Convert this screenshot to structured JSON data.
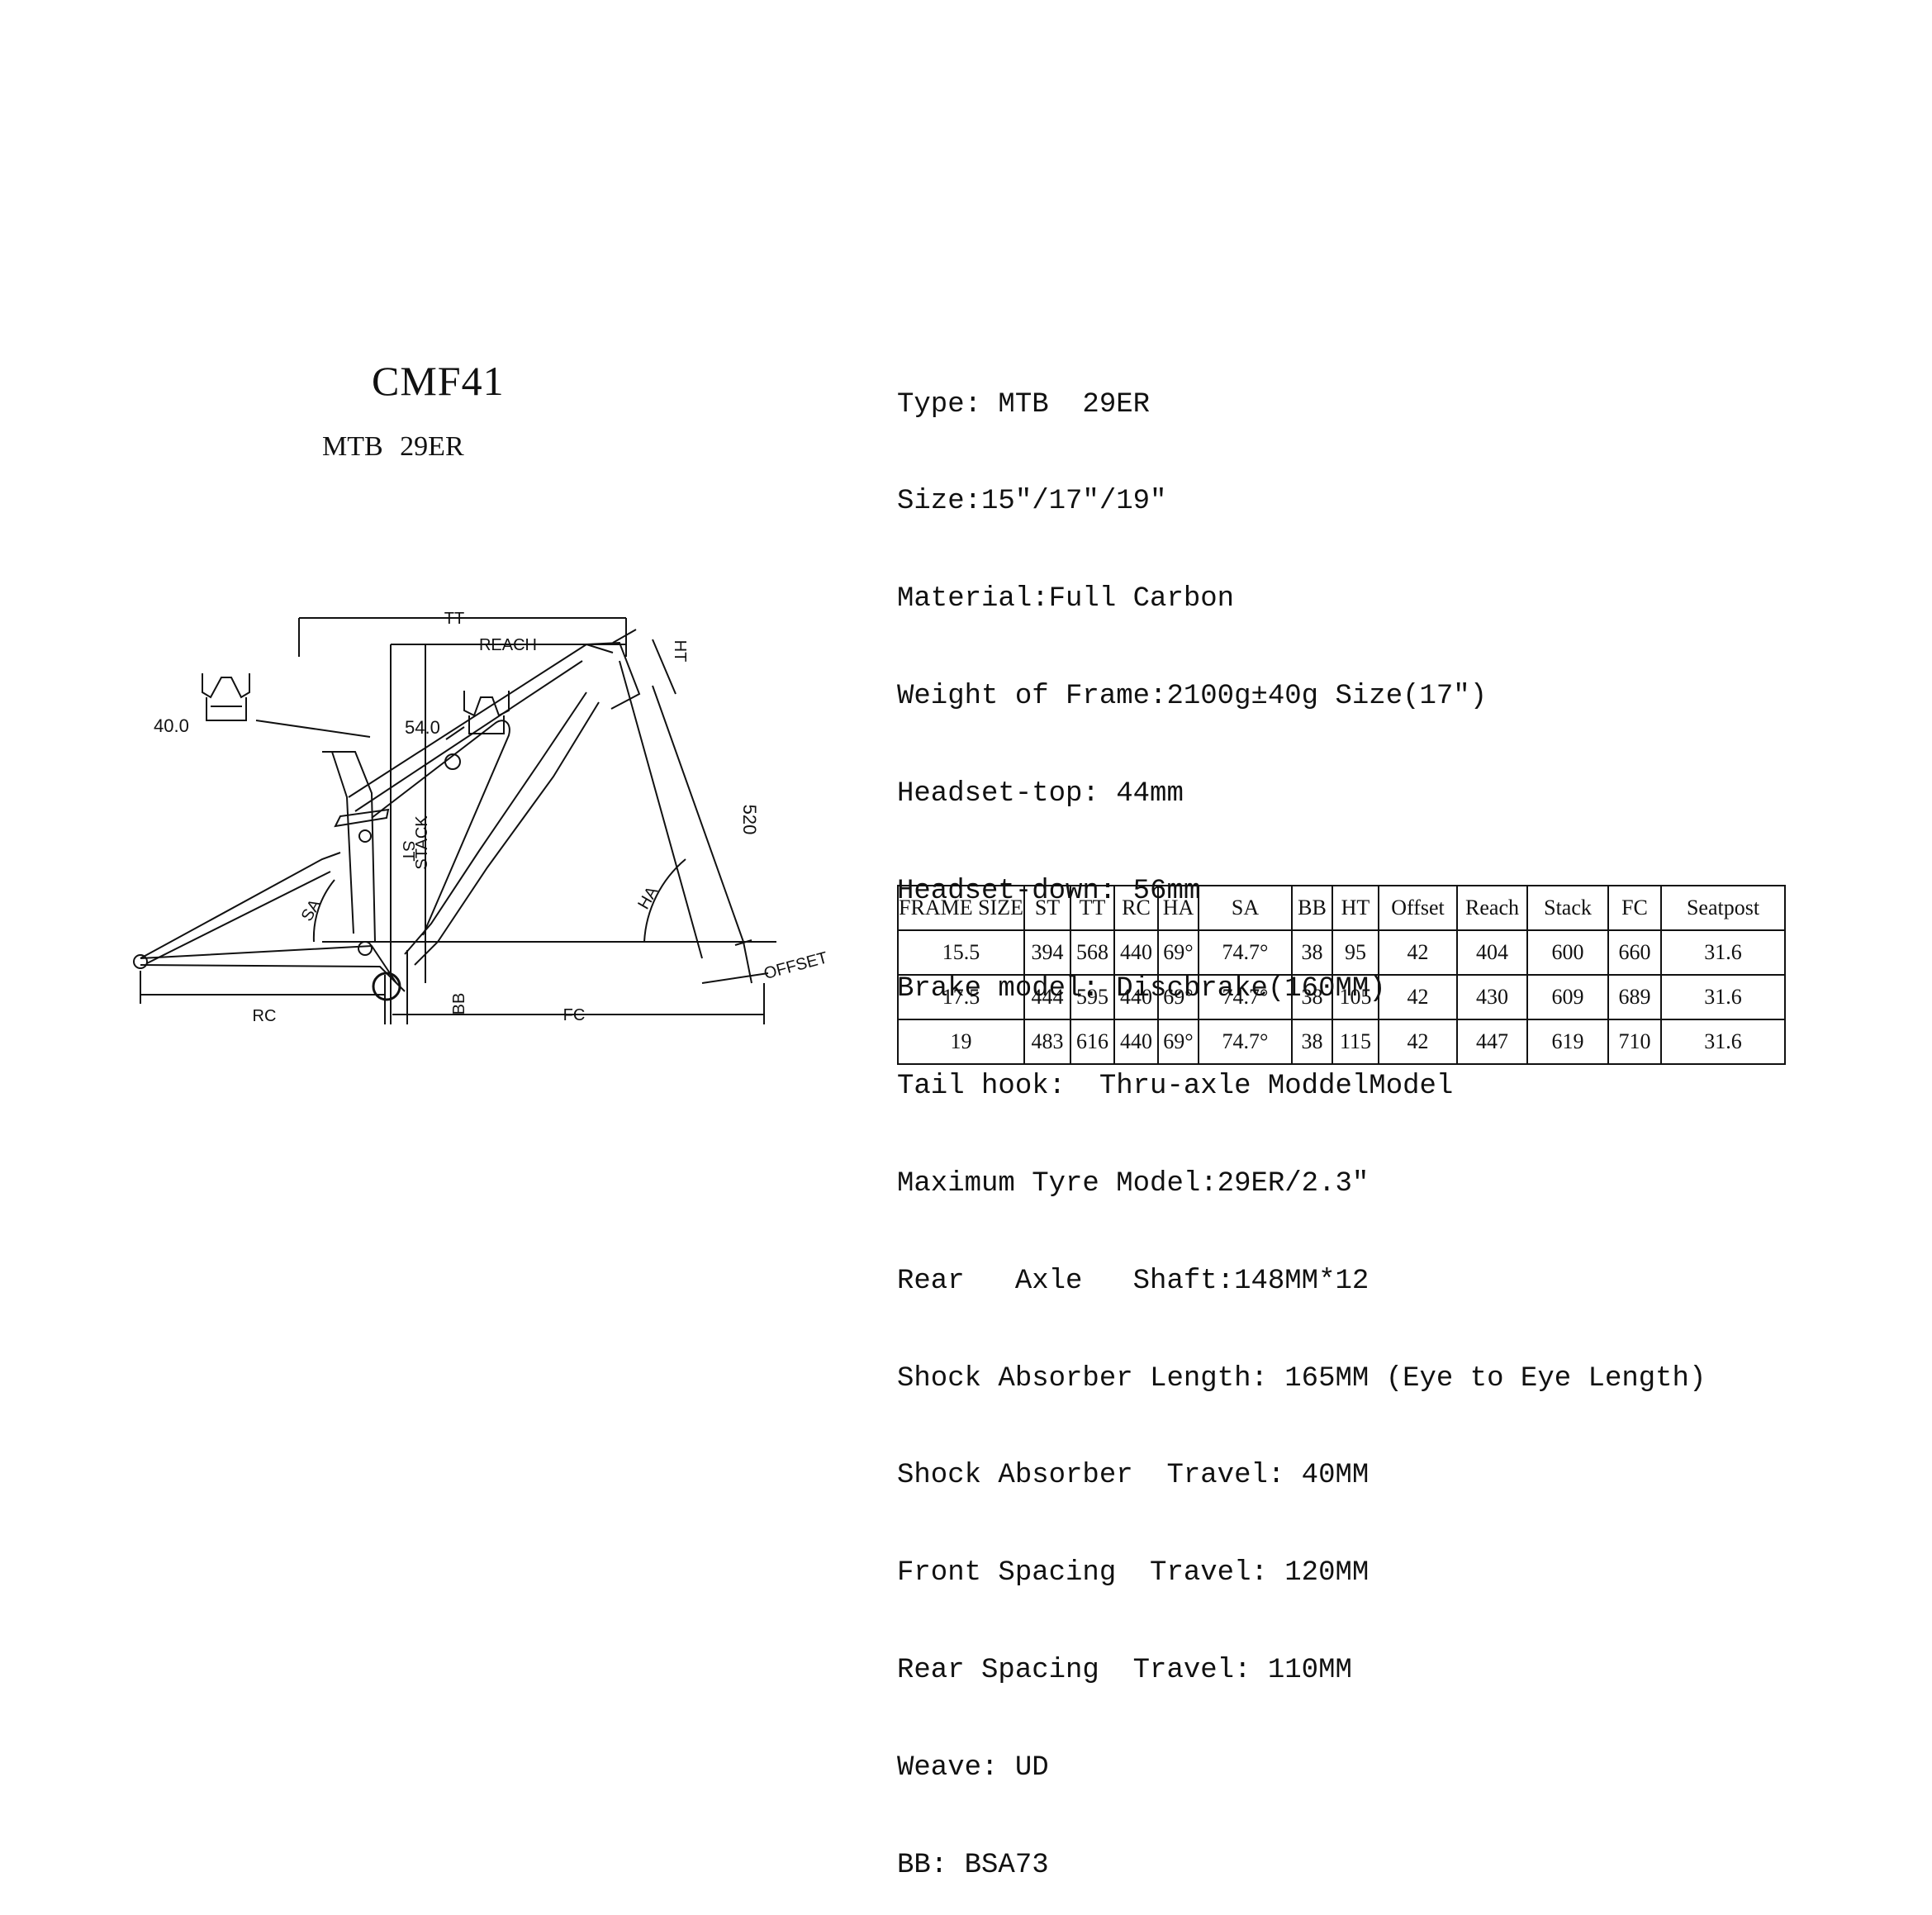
{
  "header": {
    "model": "CMF41",
    "category": "MTB  29ER"
  },
  "specs": [
    "Type: MTB  29ER",
    "Size:15″/17″/19″",
    "Material:Full Carbon",
    "Weight of Frame:2100g±40g Size(17″)",
    "Headset-top: 44mm",
    "Headset-down: 56mm",
    "Brake model: Discbrake(160MM)",
    "Tail hook:  Thru-axle ModdelModel",
    "Maximum Tyre Model:29ER/2.3″",
    "Rear   Axle   Shaft:148MM*12",
    "Shock Absorber Length: 165MM (Eye to Eye Length)",
    "Shock Absorber  Travel: 40MM",
    "Front Spacing  Travel: 120MM",
    "Rear Spacing  Travel: 110MM",
    "Weave: UD",
    "BB: BSA73"
  ],
  "diagram": {
    "labels": {
      "tt": "TT",
      "reach": "REACH",
      "ht": "HT",
      "fork_length": "520",
      "stack": "STACK",
      "st": "ST",
      "sa": "SA",
      "ha": "HA",
      "offset": "OFFSET",
      "rc": "RC",
      "bb": "BB",
      "fc": "FC",
      "clamp_left": "40.0",
      "clamp_right": "54.0"
    }
  },
  "table": {
    "columns": [
      "FRAME SIZE",
      "ST",
      "TT",
      "RC",
      "HA",
      "SA",
      "BB",
      "HT",
      "Offset",
      "Reach",
      "Stack",
      "FC",
      "Seatpost"
    ],
    "rows": [
      [
        "15.5",
        "394",
        "568",
        "440",
        "69°",
        "74.7°",
        "38",
        "95",
        "42",
        "404",
        "600",
        "660",
        "31.6"
      ],
      [
        "17.5",
        "444",
        "595",
        "440",
        "69°",
        "74.7°",
        "38",
        "105",
        "42",
        "430",
        "609",
        "689",
        "31.6"
      ],
      [
        "19",
        "483",
        "616",
        "440",
        "69°",
        "74.7°",
        "38",
        "115",
        "42",
        "447",
        "619",
        "710",
        "31.6"
      ]
    ]
  }
}
